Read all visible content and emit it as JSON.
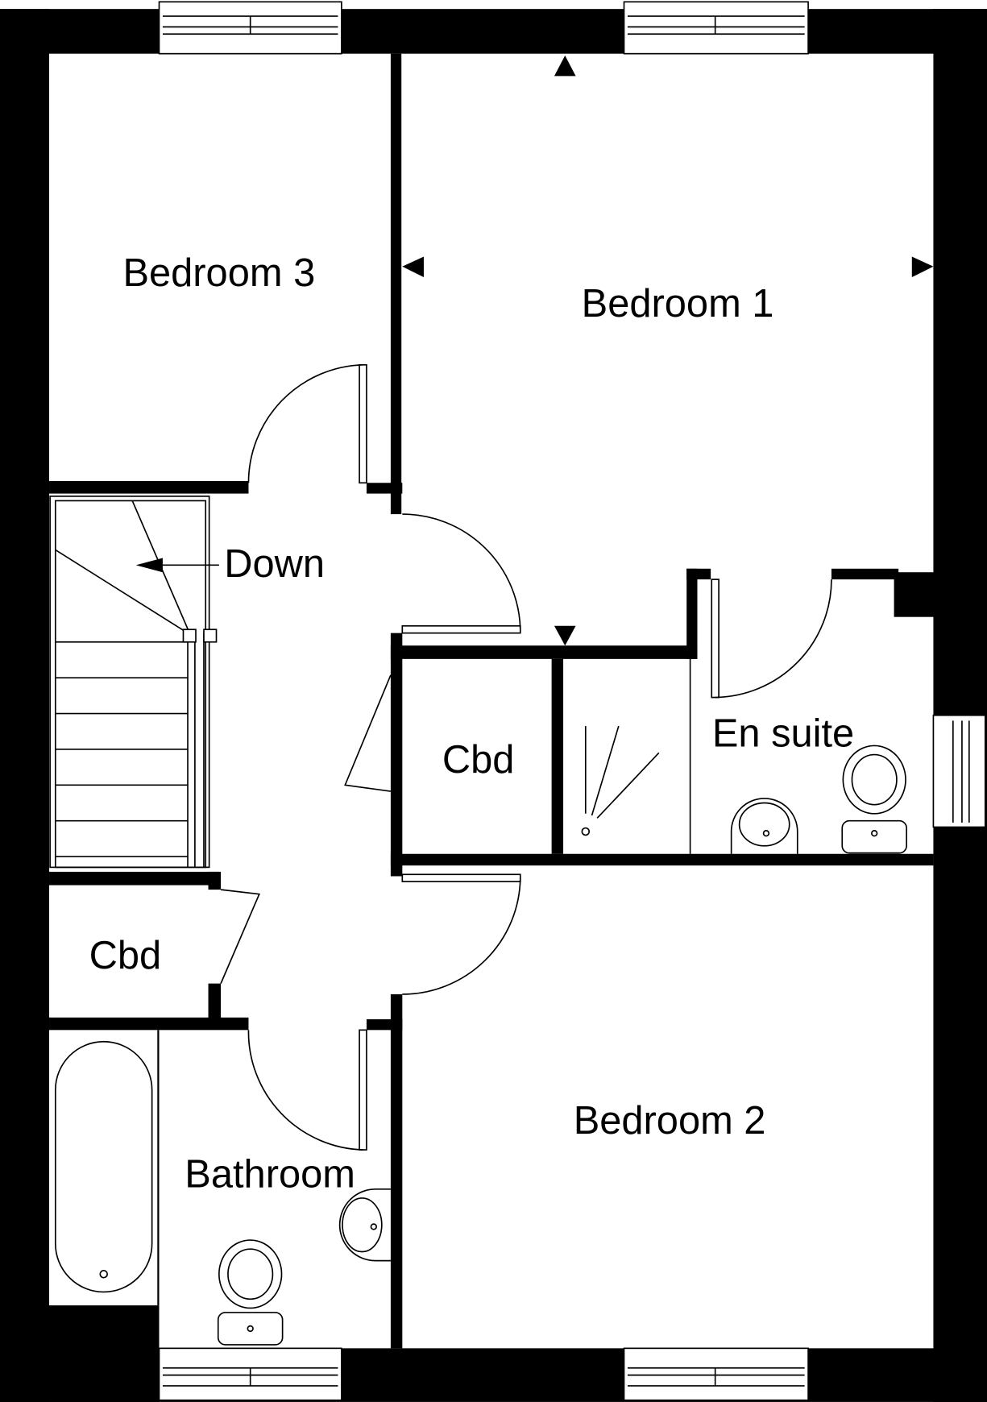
{
  "rooms": {
    "bedroom1": "Bedroom 1",
    "bedroom2": "Bedroom 2",
    "bedroom3": "Bedroom 3",
    "ensuite": "En suite",
    "bathroom": "Bathroom",
    "cupboard_upper": "Cbd",
    "cupboard_lower": "Cbd"
  },
  "stairs_label": "Down",
  "colors": {
    "wall": "#000000",
    "background": "#ffffff"
  }
}
